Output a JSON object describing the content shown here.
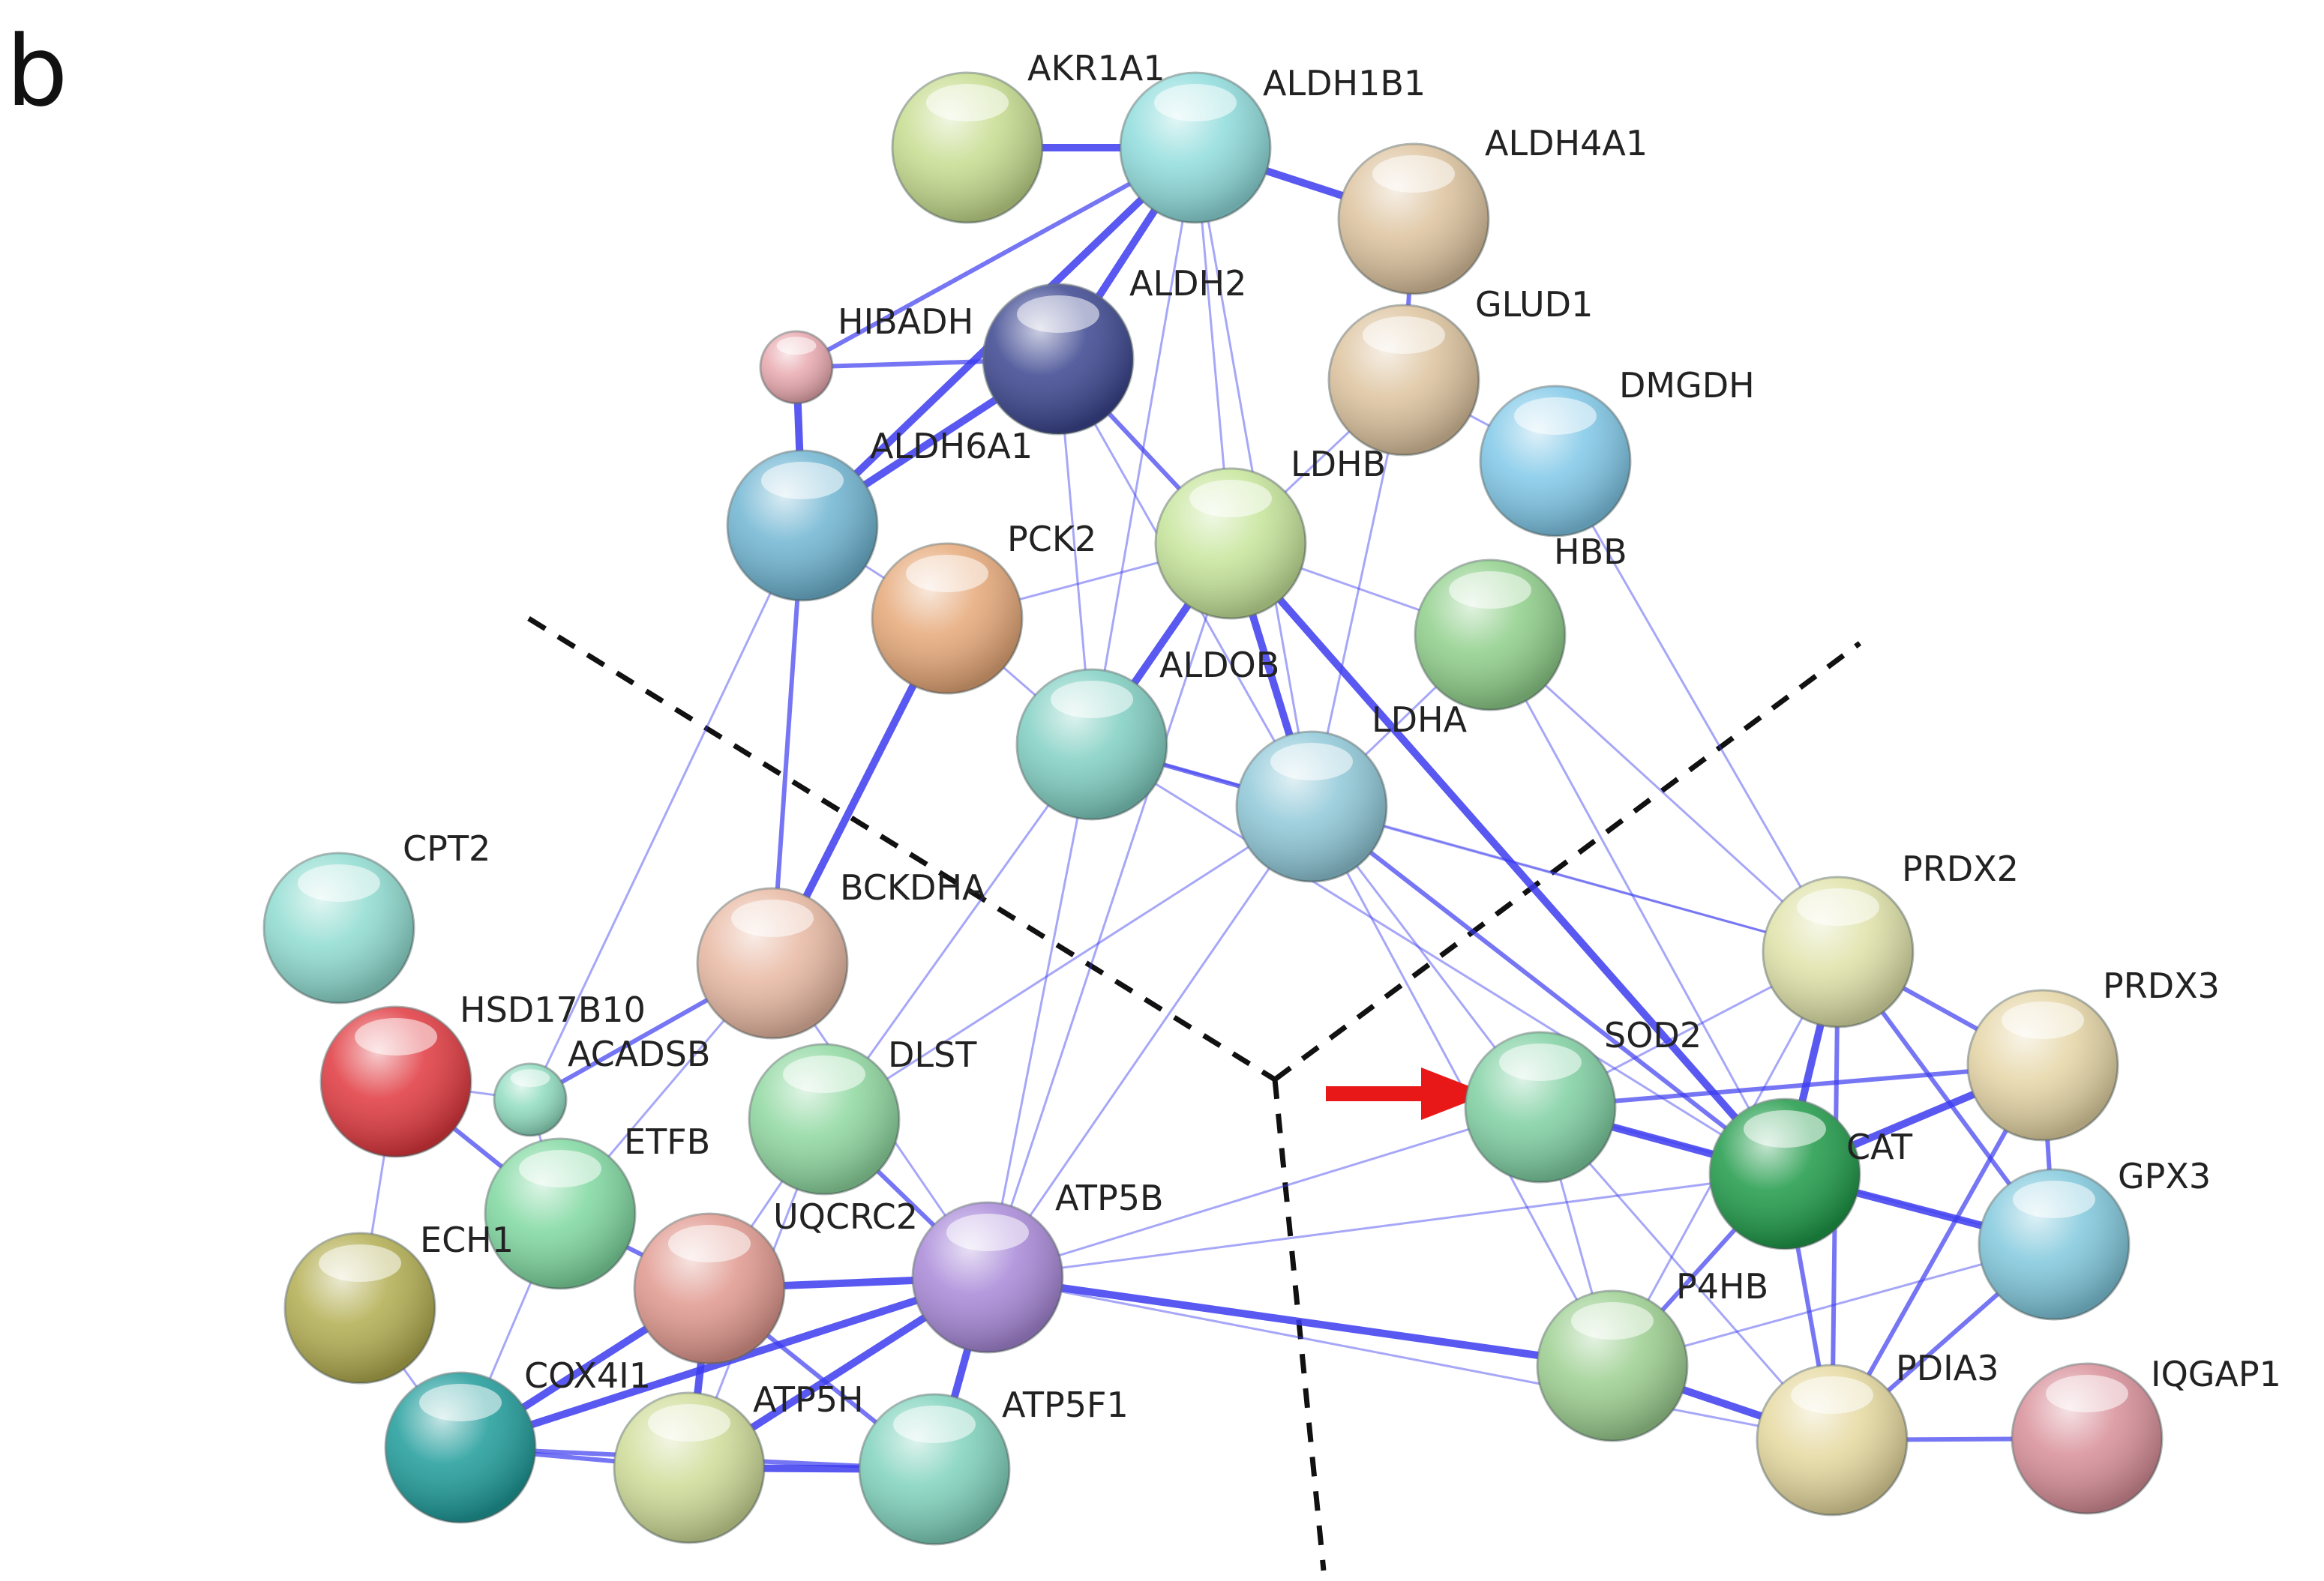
{
  "figure": {
    "panel_label": "b"
  },
  "nodes": [
    {
      "id": "AKR1A1",
      "label": "AKR1A1",
      "color": "#c6dc8e"
    },
    {
      "id": "ALDH1B1",
      "label": "ALDH1B1",
      "color": "#8fdcdc"
    },
    {
      "id": "ALDH4A1",
      "label": "ALDH4A1",
      "color": "#ddc39e"
    },
    {
      "id": "HIBADH",
      "label": "HIBADH",
      "color": "#e8a8ae"
    },
    {
      "id": "ALDH2",
      "label": "ALDH2",
      "color": "#3b458f"
    },
    {
      "id": "GLUD1",
      "label": "GLUD1",
      "color": "#ddc39e"
    },
    {
      "id": "DMGDH",
      "label": "DMGDH",
      "color": "#80c8e8"
    },
    {
      "id": "ALDH6A1",
      "label": "ALDH6A1",
      "color": "#6fb5d2"
    },
    {
      "id": "LDHB",
      "label": "LDHB",
      "color": "#c6e59a"
    },
    {
      "id": "PCK2",
      "label": "PCK2",
      "color": "#e6a878"
    },
    {
      "id": "HBB",
      "label": "HBB",
      "color": "#8fcf8a"
    },
    {
      "id": "ALDOB",
      "label": "ALDOB",
      "color": "#80cfc2"
    },
    {
      "id": "LDHA",
      "label": "LDHA",
      "color": "#8fc8d8"
    },
    {
      "id": "CPT2",
      "label": "CPT2",
      "color": "#8fdcd0"
    },
    {
      "id": "BCKDHA",
      "label": "BCKDHA",
      "color": "#e8b8a2"
    },
    {
      "id": "PRDX2",
      "label": "PRDX2",
      "color": "#dfe2a8"
    },
    {
      "id": "HSD17B10",
      "label": "HSD17B10",
      "color": "#e0383e"
    },
    {
      "id": "ACADSB",
      "label": "ACADSB",
      "color": "#8fdcc0"
    },
    {
      "id": "DLST",
      "label": "DLST",
      "color": "#8fd8a0"
    },
    {
      "id": "SOD2",
      "label": "SOD2",
      "color": "#7fd0a2"
    },
    {
      "id": "PRDX3",
      "label": "PRDX3",
      "color": "#e5d5a5"
    },
    {
      "id": "CAT",
      "label": "CAT",
      "color": "#1e9a48"
    },
    {
      "id": "ETFB",
      "label": "ETFB",
      "color": "#7fd8a0"
    },
    {
      "id": "UQCRC2",
      "label": "UQCRC2",
      "color": "#e0988e"
    },
    {
      "id": "ATP5B",
      "label": "ATP5B",
      "color": "#a888d8"
    },
    {
      "id": "ECH1",
      "label": "ECH1",
      "color": "#b2ad50"
    },
    {
      "id": "GPX3",
      "label": "GPX3",
      "color": "#80c8dc"
    },
    {
      "id": "P4HB",
      "label": "P4HB",
      "color": "#9ccf90"
    },
    {
      "id": "COX4I1",
      "label": "COX4I1",
      "color": "#1e9c9a"
    },
    {
      "id": "ATP5H",
      "label": "ATP5H",
      "color": "#cfdc98"
    },
    {
      "id": "ATP5F1",
      "label": "ATP5F1",
      "color": "#7fd2bc"
    },
    {
      "id": "PDIA3",
      "label": "PDIA3",
      "color": "#e5d89e"
    },
    {
      "id": "IQGAP1",
      "label": "IQGAP1",
      "color": "#d88e98"
    }
  ],
  "edges": [
    [
      "AKR1A1",
      "ALDH1B1",
      3
    ],
    [
      "ALDH1B1",
      "ALDH4A1",
      3
    ],
    [
      "ALDH1B1",
      "HIBADH",
      2
    ],
    [
      "ALDH1B1",
      "ALDH2",
      3
    ],
    [
      "ALDH1B1",
      "ALDH6A1",
      3
    ],
    [
      "ALDH1B1",
      "LDHB",
      1
    ],
    [
      "ALDH1B1",
      "ALDOB",
      1
    ],
    [
      "ALDH1B1",
      "LDHA",
      1
    ],
    [
      "HIBADH",
      "ALDH2",
      2
    ],
    [
      "HIBADH",
      "ALDH6A1",
      3
    ],
    [
      "ALDH2",
      "ALDH6A1",
      3
    ],
    [
      "ALDH2",
      "LDHB",
      2
    ],
    [
      "ALDH2",
      "ALDOB",
      1
    ],
    [
      "ALDH2",
      "LDHA",
      1
    ],
    [
      "ALDH4A1",
      "GLUD1",
      2
    ],
    [
      "GLUD1",
      "DMGDH",
      1
    ],
    [
      "GLUD1",
      "LDHB",
      1
    ],
    [
      "GLUD1",
      "LDHA",
      1
    ],
    [
      "DMGDH",
      "PRDX2",
      1
    ],
    [
      "ALDH6A1",
      "BCKDHA",
      2
    ],
    [
      "ALDH6A1",
      "ACADSB",
      1
    ],
    [
      "ALDH6A1",
      "PCK2",
      1
    ],
    [
      "PCK2",
      "LDHB",
      1
    ],
    [
      "PCK2",
      "BCKDHA",
      3
    ],
    [
      "PCK2",
      "ALDOB",
      1
    ],
    [
      "LDHB",
      "LDHA",
      3
    ],
    [
      "LDHB",
      "ALDOB",
      3
    ],
    [
      "LDHB",
      "ATP5B",
      1
    ],
    [
      "LDHB",
      "CAT",
      3
    ],
    [
      "LDHB",
      "HBB",
      1
    ],
    [
      "ALDOB",
      "LDHA",
      2
    ],
    [
      "ALDOB",
      "ATP5B",
      1
    ],
    [
      "ALDOB",
      "DLST",
      1
    ],
    [
      "ALDOB",
      "PRDX2",
      1
    ],
    [
      "ALDOB",
      "CAT",
      1
    ],
    [
      "LDHA",
      "CAT",
      2
    ],
    [
      "LDHA",
      "PRDX2",
      1
    ],
    [
      "LDHA",
      "SOD2",
      1
    ],
    [
      "LDHA",
      "ATP5B",
      1
    ],
    [
      "LDHA",
      "HBB",
      1
    ],
    [
      "LDHA",
      "DLST",
      1
    ],
    [
      "LDHA",
      "P4HB",
      1
    ],
    [
      "HBB",
      "CAT",
      1
    ],
    [
      "HBB",
      "PRDX2",
      1
    ],
    [
      "BCKDHA",
      "ACADSB",
      2
    ],
    [
      "BCKDHA",
      "ETFB",
      1
    ],
    [
      "BCKDHA",
      "ATP5B",
      1
    ],
    [
      "HSD17B10",
      "ACADSB",
      1
    ],
    [
      "HSD17B10",
      "ECH1",
      1
    ],
    [
      "HSD17B10",
      "ETFB",
      2
    ],
    [
      "ACADSB",
      "ETFB",
      1
    ],
    [
      "DLST",
      "ATP5B",
      2
    ],
    [
      "DLST",
      "UQCRC2",
      1
    ],
    [
      "DLST",
      "ATP5H",
      1
    ],
    [
      "ETFB",
      "UQCRC2",
      2
    ],
    [
      "ETFB",
      "COX4I1",
      1
    ],
    [
      "UQCRC2",
      "ATP5B",
      3
    ],
    [
      "UQCRC2",
      "COX4I1",
      3
    ],
    [
      "UQCRC2",
      "ATP5H",
      3
    ],
    [
      "UQCRC2",
      "ATP5F1",
      2
    ],
    [
      "ATP5B",
      "COX4I1",
      3
    ],
    [
      "ATP5B",
      "ATP5H",
      3
    ],
    [
      "ATP5B",
      "ATP5F1",
      3
    ],
    [
      "ATP5B",
      "SOD2",
      1
    ],
    [
      "ATP5B",
      "P4HB",
      3
    ],
    [
      "ATP5B",
      "CAT",
      1
    ],
    [
      "ATP5B",
      "PDIA3",
      1
    ],
    [
      "COX4I1",
      "ATP5H",
      2
    ],
    [
      "COX4I1",
      "ATP5F1",
      2
    ],
    [
      "ATP5H",
      "ATP5F1",
      3
    ],
    [
      "ECH1",
      "COX4I1",
      1
    ],
    [
      "SOD2",
      "CAT",
      3
    ],
    [
      "SOD2",
      "PRDX3",
      2
    ],
    [
      "SOD2",
      "PRDX2",
      1
    ],
    [
      "SOD2",
      "GPX3",
      1
    ],
    [
      "SOD2",
      "P4HB",
      1
    ],
    [
      "SOD2",
      "PDIA3",
      1
    ],
    [
      "PRDX2",
      "CAT",
      3
    ],
    [
      "PRDX2",
      "PRDX3",
      2
    ],
    [
      "PRDX2",
      "GPX3",
      2
    ],
    [
      "PRDX2",
      "PDIA3",
      2
    ],
    [
      "PRDX2",
      "P4HB",
      1
    ],
    [
      "PRDX3",
      "CAT",
      3
    ],
    [
      "PRDX3",
      "GPX3",
      2
    ],
    [
      "PRDX3",
      "PDIA3",
      2
    ],
    [
      "CAT",
      "GPX3",
      3
    ],
    [
      "CAT",
      "P4HB",
      2
    ],
    [
      "CAT",
      "PDIA3",
      2
    ],
    [
      "GPX3",
      "PDIA3",
      2
    ],
    [
      "GPX3",
      "P4HB",
      1
    ],
    [
      "P4HB",
      "PDIA3",
      3
    ],
    [
      "PDIA3",
      "IQGAP1",
      2
    ]
  ],
  "annotation": {
    "arrow_target": "SOD2",
    "arrow_color": "#e81818"
  },
  "colors": {
    "edge": "#3c3cf0",
    "divider": "#111111"
  }
}
